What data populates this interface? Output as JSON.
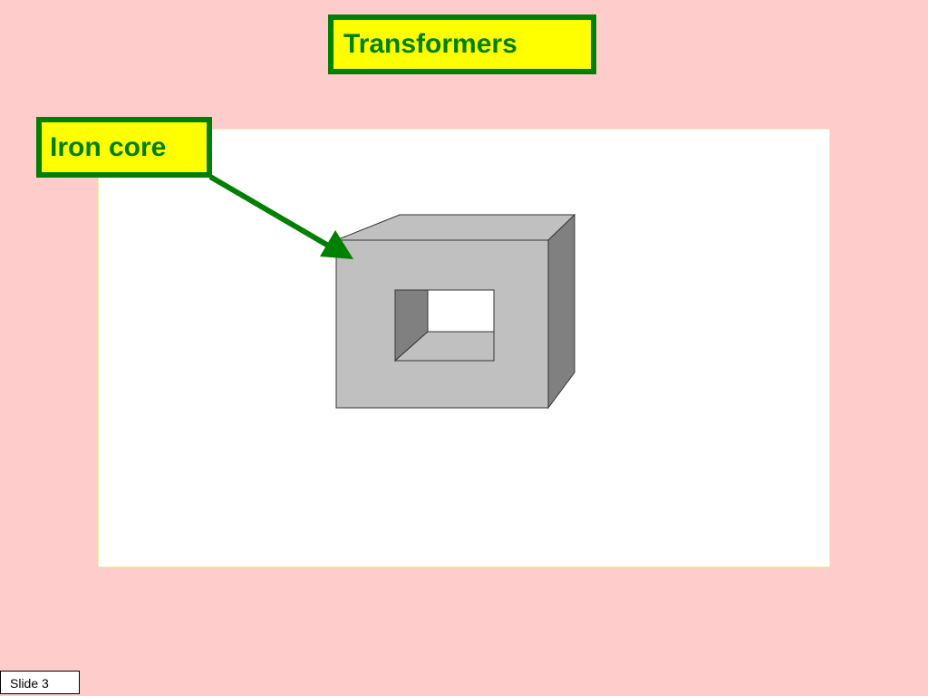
{
  "slide": {
    "title": "Transformers",
    "callout_label": "Iron core",
    "slide_number": "Slide 3"
  },
  "colors": {
    "background": "#ffcccc",
    "label_fill": "#ffff00",
    "label_border": "#008000",
    "label_text": "#008000",
    "panel": "#ffffff",
    "panel_border": "#f2f0a0",
    "core_front": "#c0c0c0",
    "core_side": "#808080",
    "core_top": "#c0c0c0",
    "arrow": "#008000",
    "outline": "#333333",
    "slide_number_box": "#ffffff"
  },
  "icons": {
    "arrow": "arrow-icon",
    "iron-core": "iron-core-icon"
  }
}
